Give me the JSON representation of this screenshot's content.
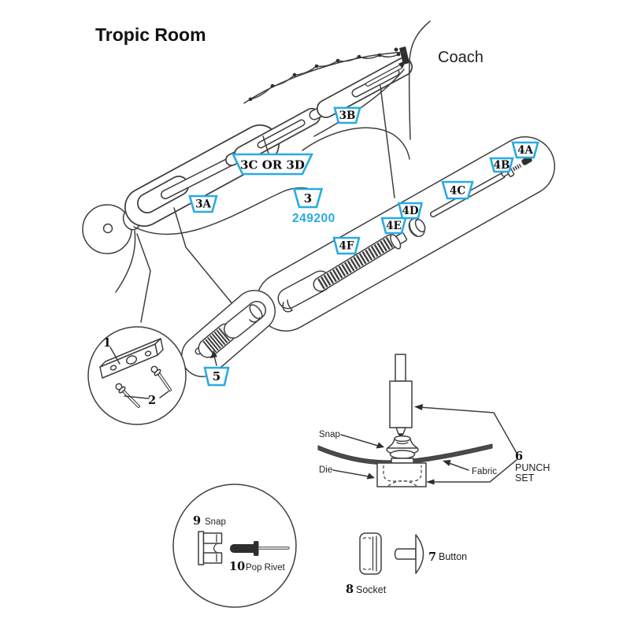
{
  "title": "Tropic Room",
  "coach_label": "Coach",
  "part_number": "249200",
  "tags": {
    "t3a": "3A",
    "t3b": "3B",
    "t3cd": "3C OR 3D",
    "t3": "3",
    "t4a": "4A",
    "t4b": "4B",
    "t4c": "4C",
    "t4d": "4D",
    "t4e": "4E",
    "t4f": "4F",
    "t5": "5"
  },
  "detail_plate": {
    "n1": "1",
    "n2": "2"
  },
  "punch_diagram": {
    "snap": "Snap",
    "die": "Die",
    "fabric": "Fabric",
    "n6": "6",
    "set_line1": "PUNCH",
    "set_line2": "SET"
  },
  "snap_rivet_detail": {
    "n9": "9",
    "snap": "Snap",
    "n10": "10",
    "pop_rivet": "Pop Rivet"
  },
  "fasteners": {
    "n7": "7",
    "button": "Button",
    "n8": "8",
    "socket": "Socket"
  },
  "colors": {
    "accent": "#29abe2",
    "line": "#3f3f3f",
    "ink": "#111111"
  }
}
